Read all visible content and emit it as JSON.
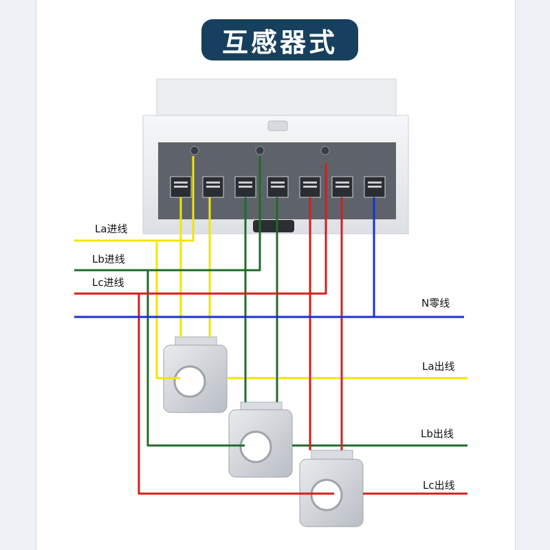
{
  "title": "互感器式",
  "labels": {
    "la_in": "La进线",
    "lb_in": "Lb进线",
    "lc_in": "Lc进线",
    "n_line": "N零线",
    "la_out": "La出线",
    "lb_out": "Lb出线",
    "lc_out": "Lc出线"
  },
  "colors": {
    "la": "#f2e600",
    "lb": "#1f6b2a",
    "lc": "#d61c1c",
    "n": "#1a2fd6",
    "title_bg": "#17405f"
  },
  "device": {
    "terminals": 7,
    "indicators": 3
  },
  "current_transformers": 3
}
